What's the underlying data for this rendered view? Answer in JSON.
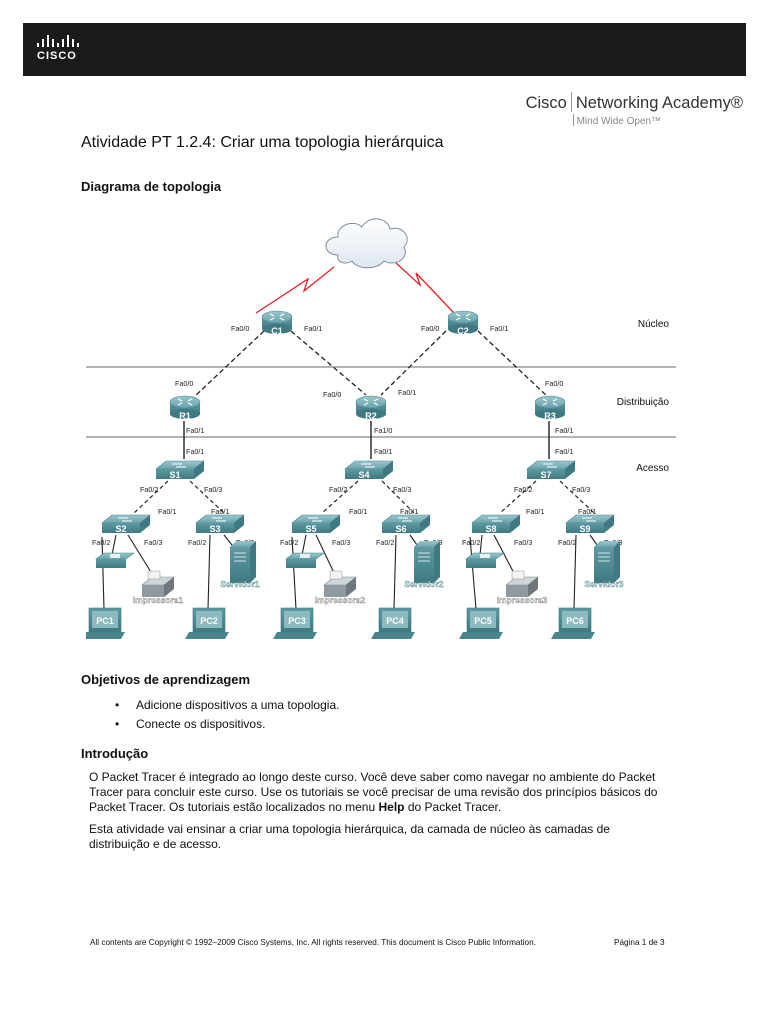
{
  "header": {
    "logo_text": "CISCO",
    "academy_brand": "Cisco",
    "academy_name": "Networking Academy®",
    "academy_tagline": "Mind Wide Open™"
  },
  "doc": {
    "title": "Atividade PT 1.2.4: Criar uma topologia hierárquica",
    "section_topology": "Diagrama de topologia",
    "section_objectives": "Objetivos de aprendizagem",
    "objectives": [
      "Adicione dispositivos a uma topologia.",
      "Conecte os dispositivos."
    ],
    "section_intro": "Introdução",
    "intro_p1_before": "O Packet Tracer é integrado ao longo deste curso. Você deve saber como navegar no ambiente do Packet Tracer para concluir este curso. Use os tutoriais se você precisar de uma revisão dos princípios básicos do Packet Tracer. Os tutoriais estão localizados no menu ",
    "intro_p1_bold": "Help",
    "intro_p1_after": " do Packet Tracer.",
    "intro_p2": "Esta atividade vai ensinar a criar uma topologia hierárquica, da camada de núcleo às camadas de distribuição e de acesso."
  },
  "diagram": {
    "layers": {
      "core": "Núcleo",
      "distribution": "Distribuição",
      "access": "Acesso"
    },
    "core_routers": [
      {
        "name": "C1",
        "left_port": "Fa0/0",
        "right_port": "Fa0/1"
      },
      {
        "name": "C2",
        "left_port": "Fa0/0",
        "right_port": "Fa0/1"
      }
    ],
    "dist_routers": [
      {
        "name": "R1",
        "up_port": "Fa0/0",
        "down_port": "Fa0/1"
      },
      {
        "name": "R2",
        "up_left_port": "Fa0/0",
        "up_right_port": "Fa0/1",
        "down_port": "Fa1/0"
      },
      {
        "name": "R3",
        "up_port": "Fa0/0",
        "down_port": "Fa0/1"
      }
    ],
    "access_groups": [
      {
        "top_switch": "S1",
        "top_up_port": "Fa0/1",
        "top_left_port": "Fa0/2",
        "top_right_port": "Fa0/3",
        "left_switch": "S2",
        "left_up_port": "Fa0/1",
        "left_p2": "Fa0/2",
        "left_p3": "Fa0/3",
        "right_switch": "S3",
        "right_up_port": "Fa0/1",
        "right_p2": "Fa0/2",
        "right_p3": "Fa0/3",
        "printer": "Impressora1",
        "server": "Servidor1",
        "pc_left": "PC1",
        "pc_right": "PC2"
      },
      {
        "top_switch": "S4",
        "top_up_port": "Fa0/1",
        "top_left_port": "Fa0/2",
        "top_right_port": "Fa0/3",
        "left_switch": "S5",
        "left_up_port": "Fa0/1",
        "left_p2": "Fa0/2",
        "left_p3": "Fa0/3",
        "right_switch": "S6",
        "right_up_port": "Fa0/1",
        "right_p2": "Fa0/2",
        "right_p3": "Fa0/3",
        "printer": "Impressora2",
        "server": "Servidor2",
        "pc_left": "PC3",
        "pc_right": "PC4"
      },
      {
        "top_switch": "S7",
        "top_up_port": "Fa0/1",
        "top_left_port": "Fa0/2",
        "top_right_port": "Fa0/3",
        "left_switch": "S8",
        "left_up_port": "Fa0/1",
        "left_p2": "Fa0/2",
        "left_p3": "Fa0/3",
        "right_switch": "S9",
        "right_up_port": "Fa0/1",
        "right_p2": "Fa0/2",
        "right_p3": "Fa0/3",
        "printer": "Impressora3",
        "server": "Servidor3",
        "pc_left": "PC5",
        "pc_right": "PC6"
      }
    ]
  },
  "footer": {
    "copyright": "All contents are Copyright © 1992–2009 Cisco Systems, Inc. All rights reserved. This document is Cisco Public Information.",
    "page": "Página 1 de 3"
  },
  "colors": {
    "device_teal": "#5f9aa3",
    "serial_link": "#e0242a",
    "topbar": "#1b1b1b"
  }
}
